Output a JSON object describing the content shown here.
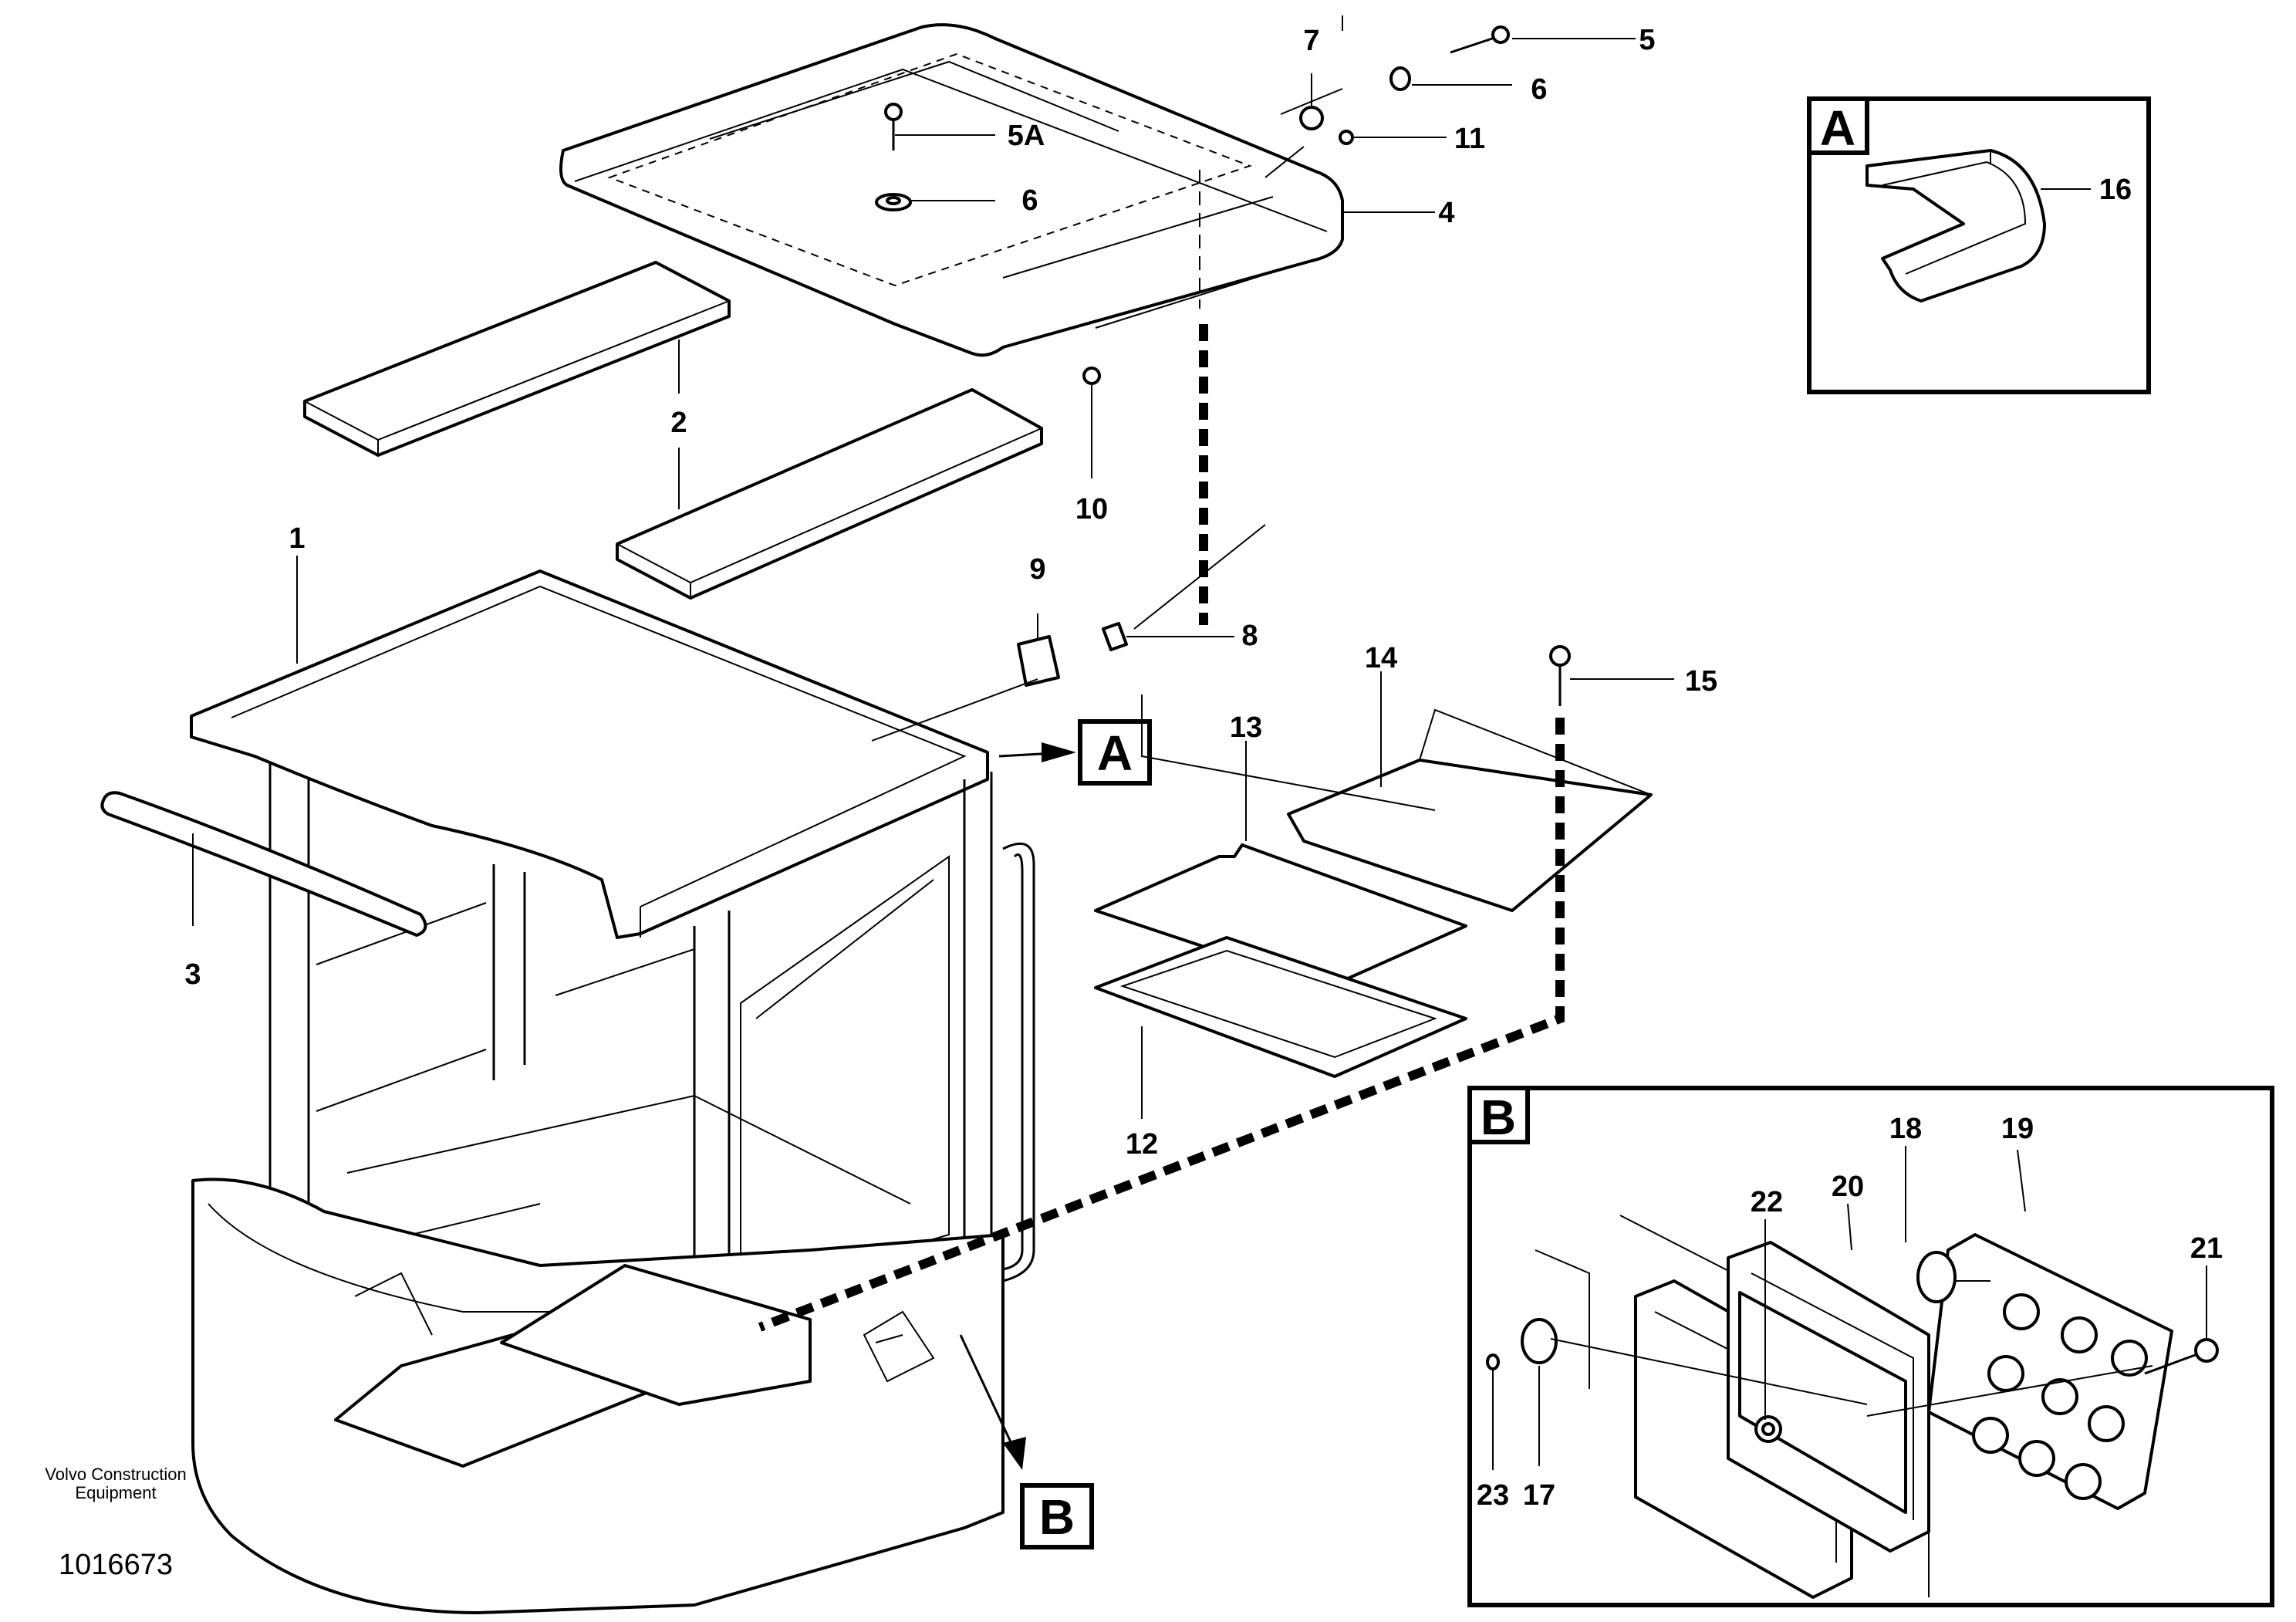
{
  "figure_id": "1016673",
  "publisher": [
    "Volvo Construction",
    "Equipment"
  ],
  "views": [
    {
      "tag": "A",
      "part_labels": [
        "16"
      ]
    },
    {
      "tag": "B",
      "part_labels": [
        "17",
        "18",
        "19",
        "20",
        "21",
        "22",
        "23"
      ]
    }
  ],
  "callouts": [
    "1",
    "2",
    "3",
    "4",
    "5",
    "5A",
    "6",
    "6",
    "7",
    "8",
    "9",
    "10",
    "11",
    "12",
    "13",
    "14",
    "15",
    "16",
    "17",
    "18",
    "19",
    "20",
    "21",
    "22",
    "23"
  ],
  "view_markers": [
    "A",
    "B"
  ]
}
